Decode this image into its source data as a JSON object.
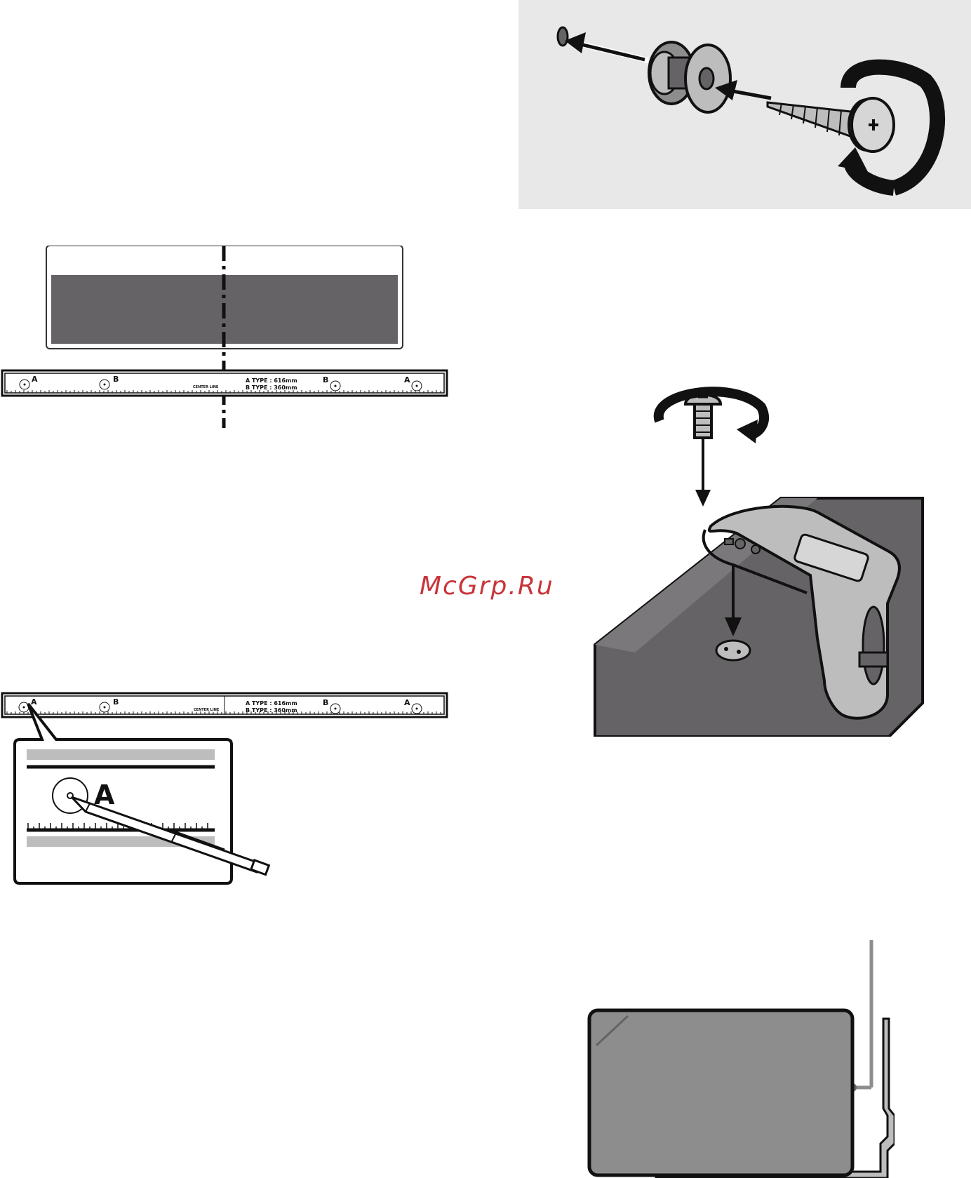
{
  "template_ruler_top": {
    "left_marks": [
      "A",
      "B"
    ],
    "center_label": "CENTER LINE",
    "type_a": "A TYPE : 616mm",
    "type_b": "B TYPE : 360mm",
    "right_marks": [
      "B",
      "A"
    ]
  },
  "template_ruler_bottom": {
    "left_marks": [
      "A",
      "B"
    ],
    "center_label": "CENTER LINE",
    "type_a": "A TYPE : 616mm",
    "type_b": "B TYPE : 360mm",
    "right_marks": [
      "B",
      "A"
    ]
  },
  "zoom_callout": {
    "mark": "A"
  },
  "watermark": {
    "text": "McGrp.Ru"
  },
  "colors": {
    "panel_bg": "#e8e8e8",
    "dark_gray": "#656365",
    "mid_gray": "#8e8d8e",
    "light_gray": "#bdbdbd",
    "watermark": "#c8353a"
  }
}
